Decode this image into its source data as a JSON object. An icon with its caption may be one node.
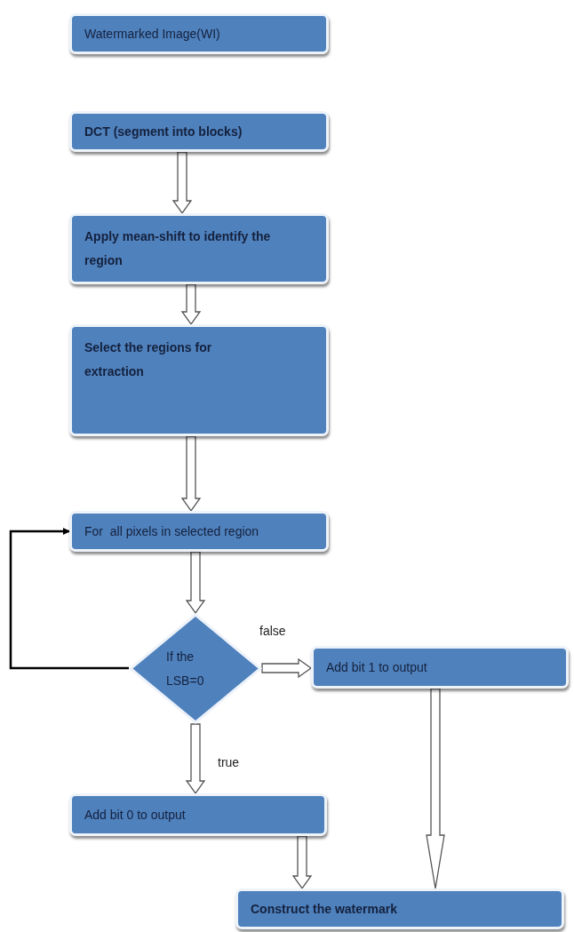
{
  "diagram": {
    "nodes": [
      {
        "text": [
          "Watermarked Image(WI)"
        ]
      },
      {
        "text": [
          "DCT (segment into blocks)"
        ]
      },
      {
        "text": [
          "Apply mean-shift to identify the region"
        ]
      },
      {
        "text": [
          "Select the regions for extraction"
        ]
      },
      {
        "text": [
          "For  all pixels in selected region"
        ]
      },
      {
        "text": [
          "If the LSB=0"
        ]
      },
      {
        "text": [
          "Add bit 1 to output"
        ]
      },
      {
        "text": [
          "Add bit 0 to output"
        ]
      },
      {
        "text": [
          "Construct the watermark"
        ]
      }
    ],
    "edges": [
      {
        "from": 1,
        "to": 2,
        "arrow": "to"
      },
      {
        "from": 2,
        "to": 3,
        "arrow": "to"
      },
      {
        "from": 3,
        "to": 4,
        "arrow": "to"
      },
      {
        "from": 4,
        "to": 5,
        "arrow": "to"
      },
      {
        "from": 5,
        "to": 6,
        "arrow": "to",
        "label": "false"
      },
      {
        "from": 5,
        "to": 7,
        "arrow": "to",
        "label": "true"
      },
      {
        "from": 7,
        "to": 8,
        "arrow": "to"
      },
      {
        "from": 6,
        "to": 8,
        "arrow": "to"
      },
      {
        "from": 5,
        "to": 4,
        "arrow": "to",
        "color": "#000000"
      }
    ]
  }
}
